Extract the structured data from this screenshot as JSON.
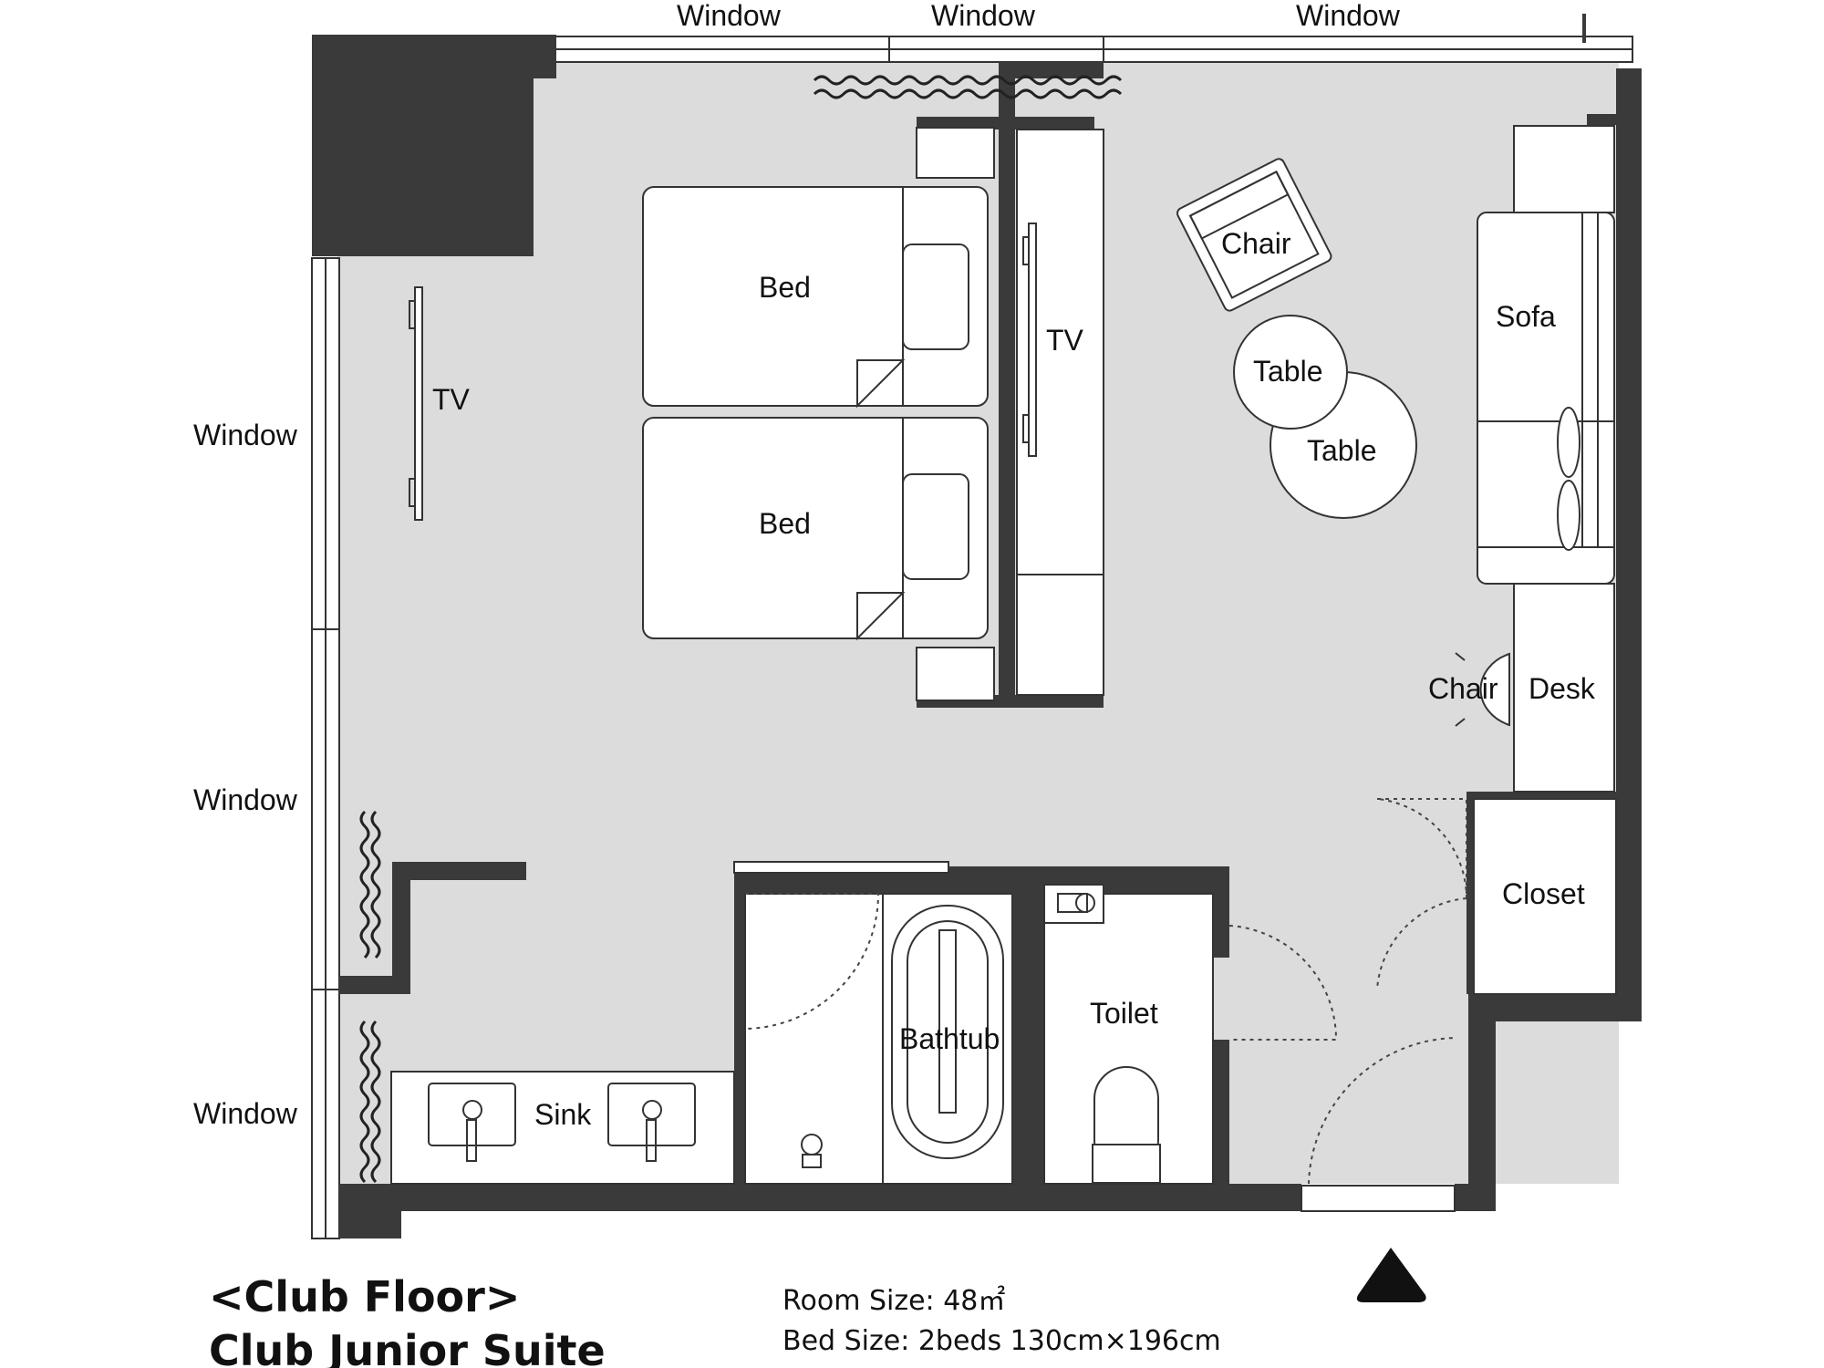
{
  "labels": {
    "window_top_1": "Window",
    "window_top_2": "Window",
    "window_top_3": "Window",
    "window_left_1": "Window",
    "window_left_2": "Window",
    "window_left_3": "Window",
    "tv_left": "TV",
    "tv_center": "TV",
    "bed_1": "Bed",
    "bed_2": "Bed",
    "chair_top": "Chair",
    "table_1": "Table",
    "table_2": "Table",
    "sofa": "Sofa",
    "chair_desk": "Chair",
    "desk": "Desk",
    "closet": "Closet",
    "toilet": "Toilet",
    "bathtub": "Bathtub",
    "sink": "Sink"
  },
  "footer": {
    "floor": "<Club Floor>",
    "room_type": "Club Junior Suite",
    "room_size": "Room Size: 48㎡",
    "bed_size": "Bed Size: 2beds 130cm×196cm"
  },
  "icons": {
    "entrance": "entrance-triangle-icon"
  }
}
